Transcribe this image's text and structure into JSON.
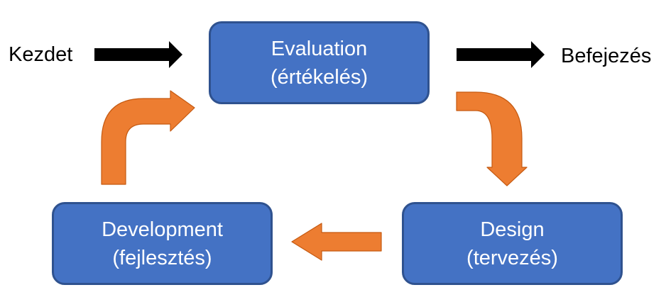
{
  "start_label": "Kezdet",
  "end_label": "Befejezés",
  "stages": {
    "evaluation": {
      "title": "Evaluation",
      "subtitle": "(értékelés)"
    },
    "design": {
      "title": "Design",
      "subtitle": "(tervezés)"
    },
    "development": {
      "title": "Development",
      "subtitle": "(fejlesztés)"
    }
  },
  "colors": {
    "box_fill": "#4472C4",
    "box_border": "#2F528F",
    "box_text": "#ffffff",
    "cycle_arrow": "#ED7D31",
    "cycle_arrow_border": "#C55A11",
    "terminal_arrow": "#000000"
  }
}
